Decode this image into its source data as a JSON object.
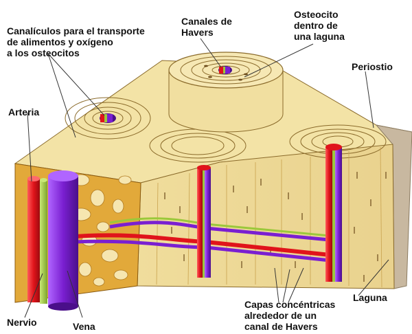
{
  "diagram": {
    "labels": {
      "canaliculos": [
        "Canalículos para el transporte",
        "de alimentos y oxígeno",
        "a los osteocitos"
      ],
      "canales_havers": [
        "Canales de",
        "Havers"
      ],
      "osteocito": [
        "Osteocito",
        "dentro de",
        "una laguna"
      ],
      "periostio": "Periostio",
      "arteria": "Arteria",
      "laguna": "Laguna",
      "capas": [
        "Capas concéntricas",
        "alrededor de un",
        "canal de Havers"
      ],
      "nervio": "Nervio",
      "vena": "Vena"
    },
    "colors": {
      "bone_light": "#f3e3a6",
      "bone_mid": "#e8cf82",
      "bone_dark": "#c9a24f",
      "spongy": "#e2a93a",
      "artery": "#e0141b",
      "vein": "#7a1fd1",
      "nerve": "#9bc83b",
      "periosteum": "#c8b8a0"
    }
  }
}
